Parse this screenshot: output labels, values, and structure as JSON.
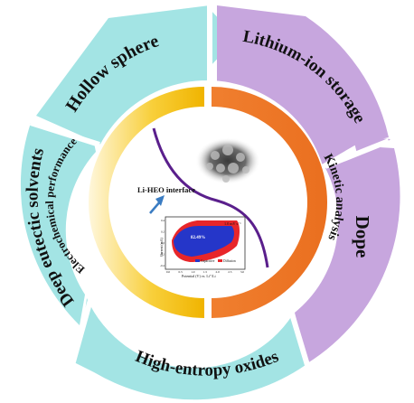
{
  "outer_ring": {
    "hollow_sphere": "Hollow sphere",
    "lithium_ion_storage": "Lithium-ion storage",
    "dope": "Dope",
    "high_entropy_oxides": "High-entropy oxides",
    "deep_eutectic_solvents": "Deep eutectic solvents"
  },
  "inner_ring": {
    "left_label": "Electrochemical performance",
    "right_label": "Kinetic analysis"
  },
  "center": {
    "interface_label": "Li-HEO interface"
  },
  "inset_plot": {
    "rate_label": "1.0 mV s⁻¹",
    "percent_label": "82.49%",
    "legend_capacitive": "Capacitive",
    "legend_diffusion": "Diffusion",
    "y_axis_label": "Current (mA)",
    "x_axis_label": "Potential (V) vs. Li⁺/Li",
    "x_ticks": [
      "0.0",
      "0.5",
      "1.0",
      "1.5",
      "2.0",
      "2.5",
      "3.0"
    ],
    "y_ticks": [
      "0.4",
      "0.2",
      "0.0",
      "-0.2",
      "-0.4"
    ]
  },
  "colors": {
    "cyan": "#a3e4e4",
    "lavender": "#c7a6de",
    "orange": "#ef7b2e",
    "yellow": "#f6c21a",
    "purple_curve": "#5a1f8c",
    "arrow_blue": "#3a7cc2",
    "plot_red": "#e8262a",
    "plot_blue": "#2536c9"
  }
}
